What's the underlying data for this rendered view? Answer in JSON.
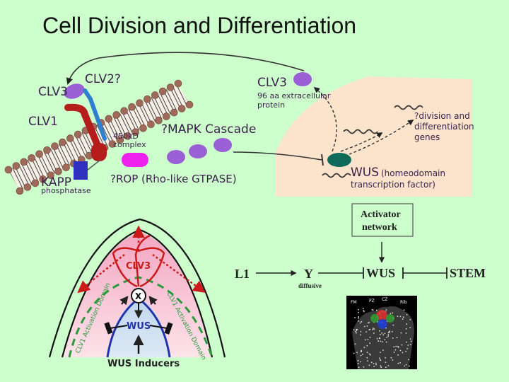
{
  "title": "Cell Division and Differentiation",
  "top_panel": {
    "clv3_left": "CLV3",
    "clv2": "CLV2?",
    "clv1": "CLV1",
    "complex_size": "450kD",
    "complex": "complex",
    "kapp": "KAPP",
    "phosphatase": "phosphatase",
    "mapk": "?MAPK Cascade",
    "rop": "?ROP (Rho-like GTPASE)",
    "clv3_right": "CLV3",
    "clv3_desc_1": "96 aa extracellular",
    "clv3_desc_2": "protein",
    "genes_1": "?division and",
    "genes_2": "differentiation",
    "genes_3": "genes",
    "wus": "WUS",
    "wus_desc_1": "(homeodomain",
    "wus_desc_2": "transcription factor)"
  },
  "meristem": {
    "clv3": "CLV3",
    "x": "X",
    "wus": "WUS",
    "inducers": "WUS  Inducers",
    "domain_left": "CLV1 Activation Domain",
    "domain_right": "CLV1 Activation Domain"
  },
  "network": {
    "activator_1": "Activator",
    "activator_2": "network",
    "l1": "L1",
    "y": "Y",
    "diffusive": "diffusive",
    "wus": "WUS",
    "stem": "STEM"
  },
  "micrograph": {
    "pz": "PZ",
    "cz": "CZ",
    "fm": "FM",
    "rib": "Rib"
  },
  "colors": {
    "background": "#ccffcc",
    "nucleus_panel": "#fbe3cc",
    "clv3_purple": "#9b5fd6",
    "clv1_red": "#b51c1c",
    "clv2_blue": "#2f7fd0",
    "kapp_blue": "#3030c0",
    "rop_magenta": "#ee22ee",
    "wus_teal": "#0f6a5a"
  }
}
